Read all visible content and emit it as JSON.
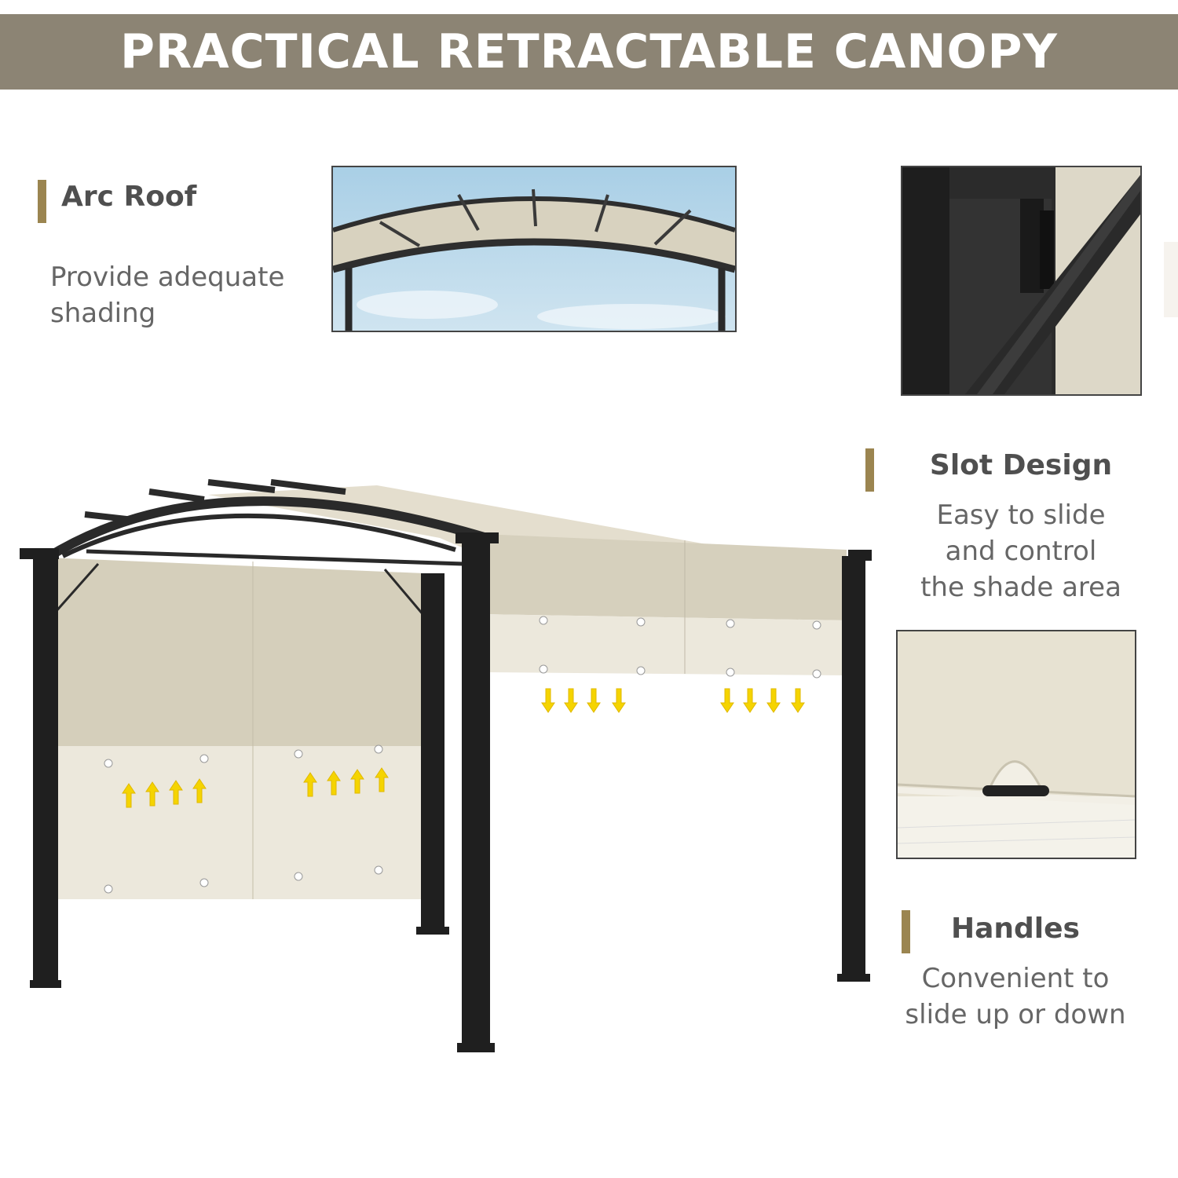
{
  "header": {
    "title": "PRACTICAL RETRACTABLE CANOPY"
  },
  "features": {
    "arc_roof": {
      "title": "Arc Roof",
      "desc_line1": "Provide adequate",
      "desc_line2": "shading"
    },
    "slot_design": {
      "title": "Slot Design",
      "desc_line1": "Easy to slide",
      "desc_line2": "and control",
      "desc_line3": "the shade area"
    },
    "handles": {
      "title": "Handles",
      "desc_line1": "Convenient to",
      "desc_line2": "slide up or down"
    }
  },
  "colors": {
    "banner": "#8c8474",
    "accent": "#9b8550",
    "fabric": "#e6e0cf",
    "frame": "#222222",
    "arrow": "#f5d400"
  },
  "icons": {
    "up_arrow": "yellow-up-arrow-icon",
    "down_arrow": "yellow-down-arrow-icon"
  }
}
